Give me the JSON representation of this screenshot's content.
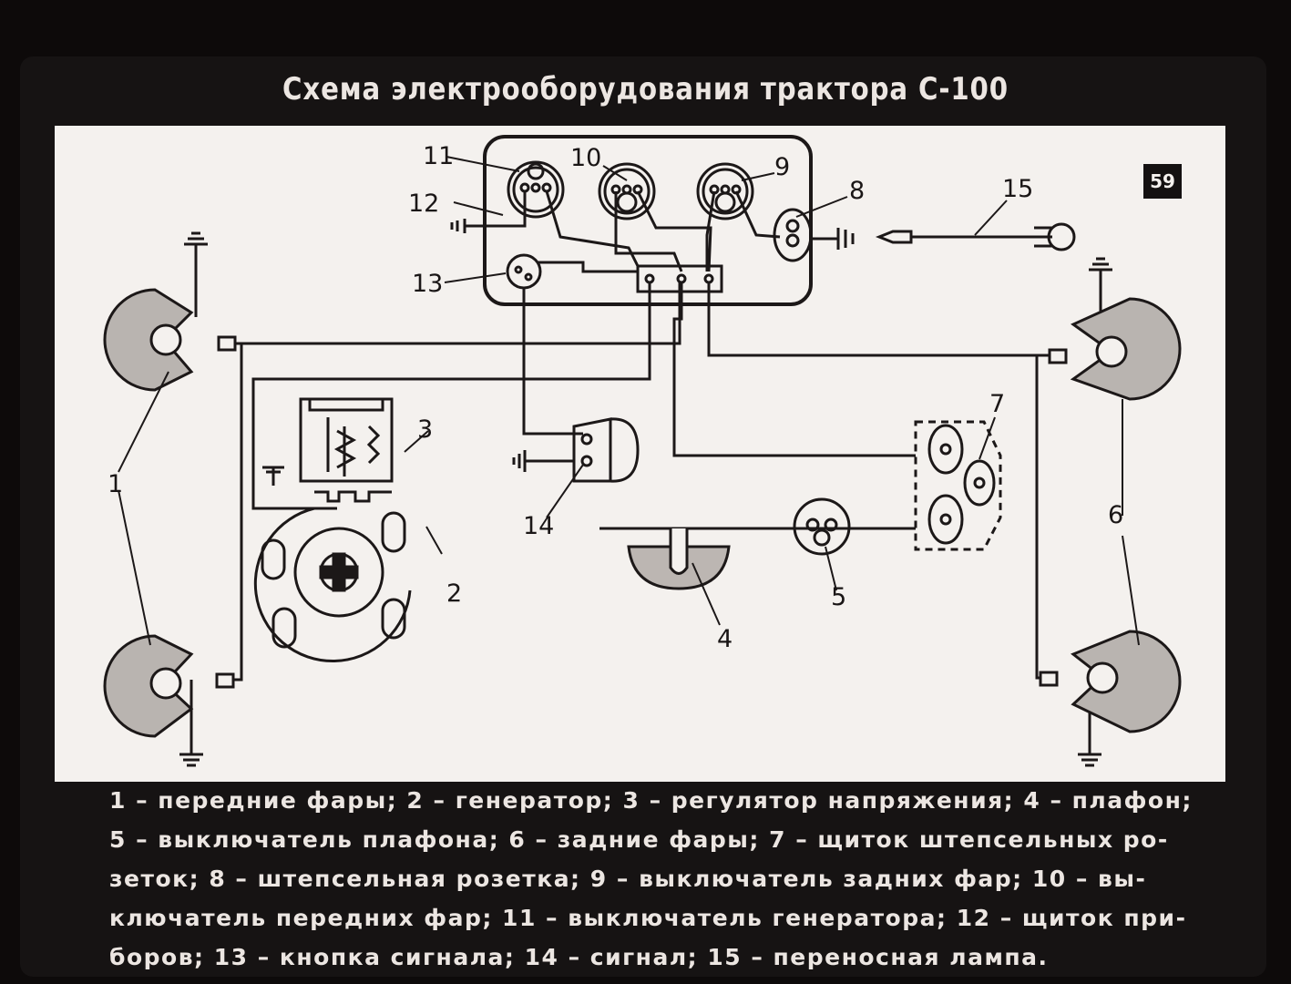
{
  "title": "Схема электрооборудования трактора С-100",
  "slide_number": "59",
  "labels": {
    "l1": "1",
    "l2": "2",
    "l3": "3",
    "l4": "4",
    "l5": "5",
    "l6": "6",
    "l7": "7",
    "l8": "8",
    "l9": "9",
    "l10": "10",
    "l11": "11",
    "l12": "12",
    "l13": "13",
    "l14": "14",
    "l15": "15"
  },
  "legend_lines": [
    "1 – передние фары; 2 – генератор; 3 – регулятор напряжения; 4 – плафон;",
    "5 – выключатель плафона; 6 – задние фары; 7 – щиток штепсельных ро-",
    "зеток; 8 – штепсельная розетка; 9 – выключатель задних фар; 10 – вы-",
    "ключатель передних фар; 11 – выключатель генератора; 12 – щиток при-",
    "боров; 13 – кнопка сигнала; 14 – сигнал; 15 – переносная лампа."
  ]
}
